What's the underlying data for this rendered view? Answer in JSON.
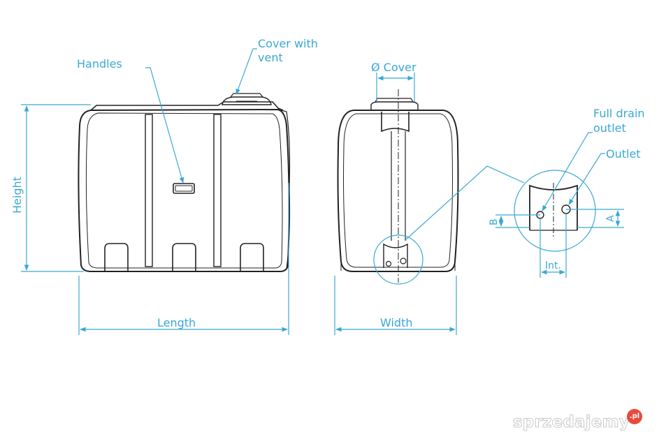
{
  "colors": {
    "dimension": "#3aa8d4",
    "outline": "#222222",
    "background": "#ffffff"
  },
  "labels": {
    "handles": "Handles",
    "cover_vent_1": "Cover with",
    "cover_vent_2": "vent",
    "cover_diameter": "Ø Cover",
    "full_drain_1": "Full drain",
    "full_drain_2": "outlet",
    "outlet": "Outlet",
    "height": "Height",
    "length": "Length",
    "width": "Width",
    "dim_a": "A",
    "dim_b": "B",
    "dim_int": "Int."
  },
  "watermark": {
    "text": "sprzedajemy",
    "badge": ".pl"
  }
}
